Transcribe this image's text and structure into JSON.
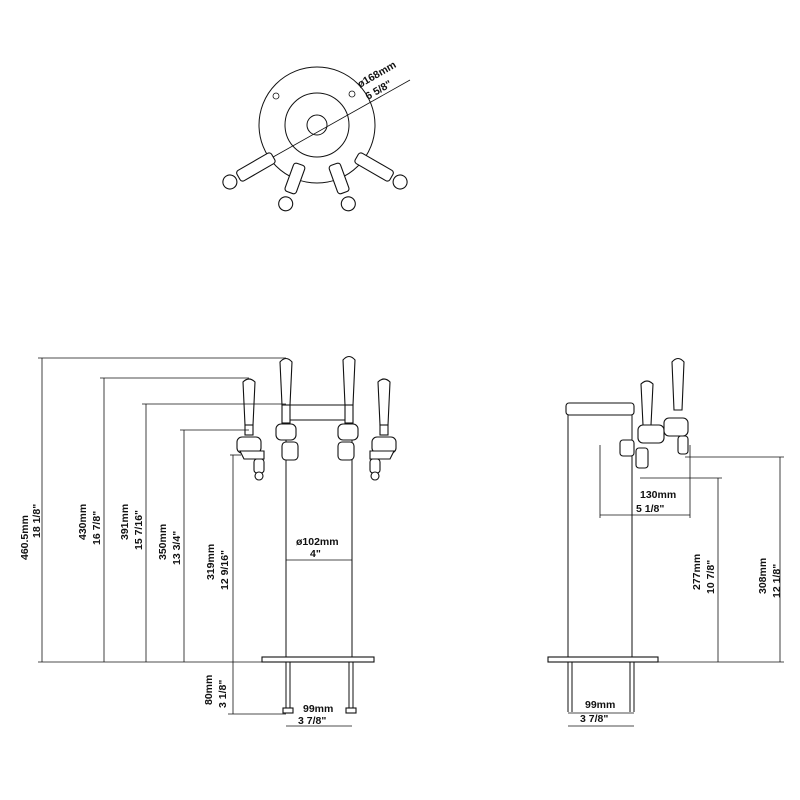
{
  "top_view": {
    "diameter_mm": "ø168mm",
    "diameter_in": "6 5/8\""
  },
  "front_view": {
    "h_total_mm": "460.5mm",
    "h_total_in": "18 1/8\"",
    "h_430_mm": "430mm",
    "h_430_in": "16 7/8\"",
    "h_391_mm": "391mm",
    "h_391_in": "15 7/16\"",
    "h_350_mm": "350mm",
    "h_350_in": "13 3/4\"",
    "h_319_mm": "319mm",
    "h_319_in": "12 9/16\"",
    "column_dia_mm": "ø102mm",
    "column_dia_in": "4\"",
    "base_h_mm": "80mm",
    "base_h_in": "3 1/8\"",
    "base_w_mm": "99mm",
    "base_w_in": "3 7/8\""
  },
  "side_view": {
    "reach_mm": "130mm",
    "reach_in": "5 1/8\"",
    "h_277_mm": "277mm",
    "h_277_in": "10 7/8\"",
    "h_308_mm": "308mm",
    "h_308_in": "12 1/8\"",
    "base_w_mm": "99mm",
    "base_w_in": "3 7/8\""
  }
}
